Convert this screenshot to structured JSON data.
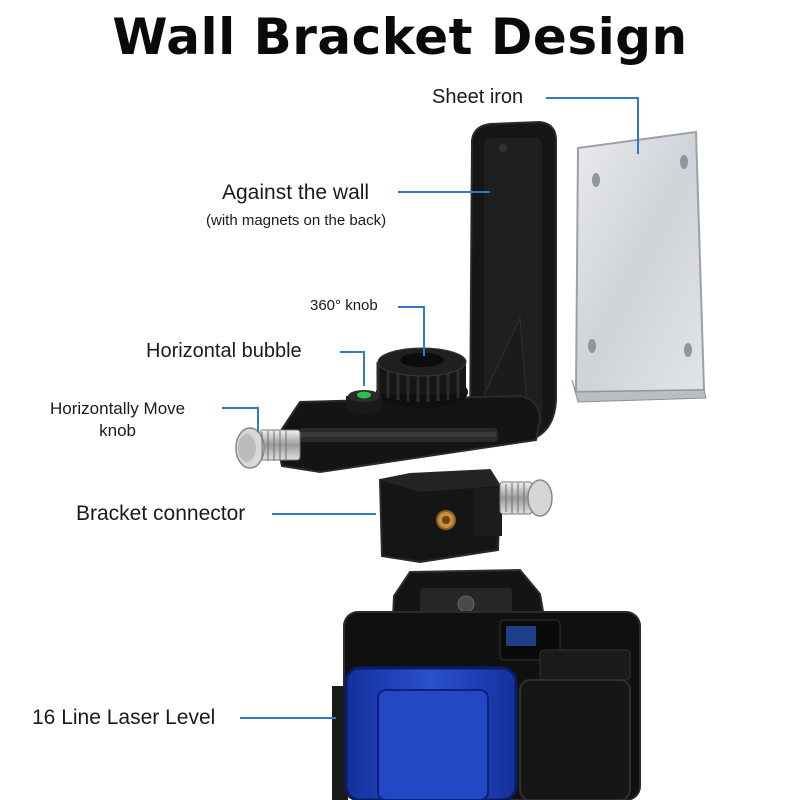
{
  "title": "Wall Bracket Design",
  "labels": {
    "sheet_iron": "Sheet iron",
    "against_wall": "Against the wall",
    "against_wall_note": "(with magnets on the back)",
    "knob_360": "360° knob",
    "horizontal_bubble": "Horizontal bubble",
    "horizontal_move_line1": "Horizontally Move",
    "horizontal_move_line2": "knob",
    "bracket_connector": "Bracket connector",
    "laser_level": "16 Line Laser Level"
  },
  "colors": {
    "leader_line": "#2f7bc4",
    "bracket_black": "#151515",
    "sheet_iron": "#d9dcdf",
    "laser_blue": "#1c3fb8",
    "bubble_green": "#2fbf4a"
  }
}
